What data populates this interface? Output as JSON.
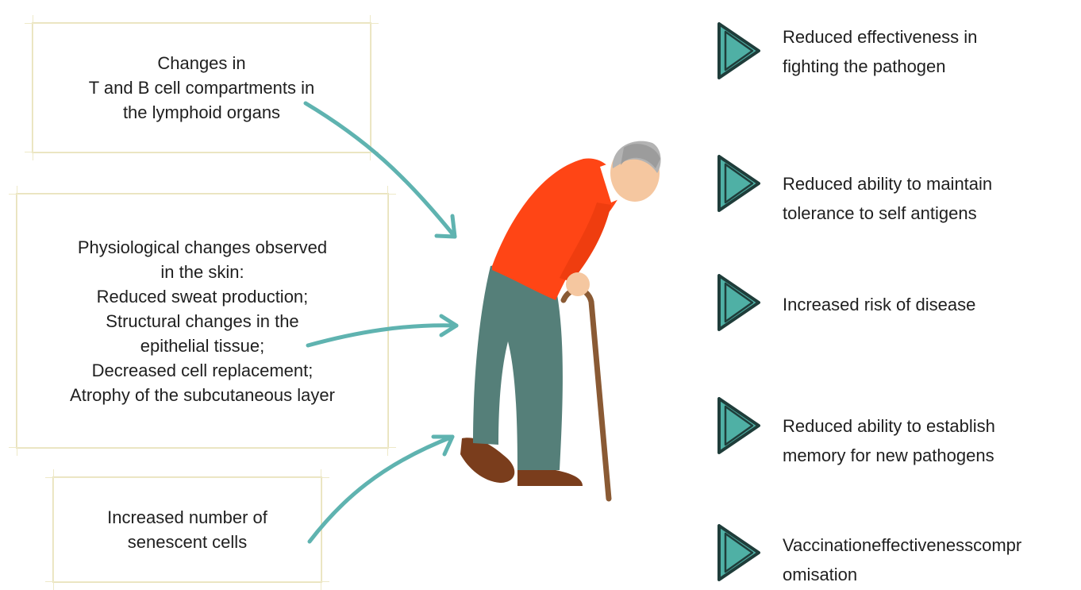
{
  "causes": [
    {
      "text": "Changes in\nT and B cell compartments in\nthe lymphoid organs"
    },
    {
      "text": "Physiological changes observed\nin the skin:\nReduced sweat production;\nStructural changes in the\nepithelial tissue;\nDecreased cell replacement;\nAtrophy of the subcutaneous layer"
    },
    {
      "text": "Increased number of\nsenescent cells"
    }
  ],
  "outcomes": [
    {
      "text": "Reduced effectiveness in\nfighting the pathogen"
    },
    {
      "text": "Reduced ability to maintain\ntolerance to self antigens"
    },
    {
      "text": "Increased risk of disease"
    },
    {
      "text": "Reduced ability to establish\nmemory for new pathogens"
    },
    {
      "text": "Vaccinationeffectivenesscompr\nomisation"
    }
  ],
  "colors": {
    "arrow": "#5fb3b0",
    "triangle_fill": "#4fb0a5",
    "triangle_outline": "#1f3d3a",
    "frame_border": "#e8e2bd",
    "sweater": "#ff4515",
    "trousers": "#557f79",
    "skin": "#f5c7a0",
    "hair": "#b3b3b3",
    "shoes": "#7a3d1c",
    "cane": "#8a5a34"
  },
  "icons": {
    "figure": "elderly-person-with-cane-icon",
    "bullet": "play-triangle-icon"
  }
}
